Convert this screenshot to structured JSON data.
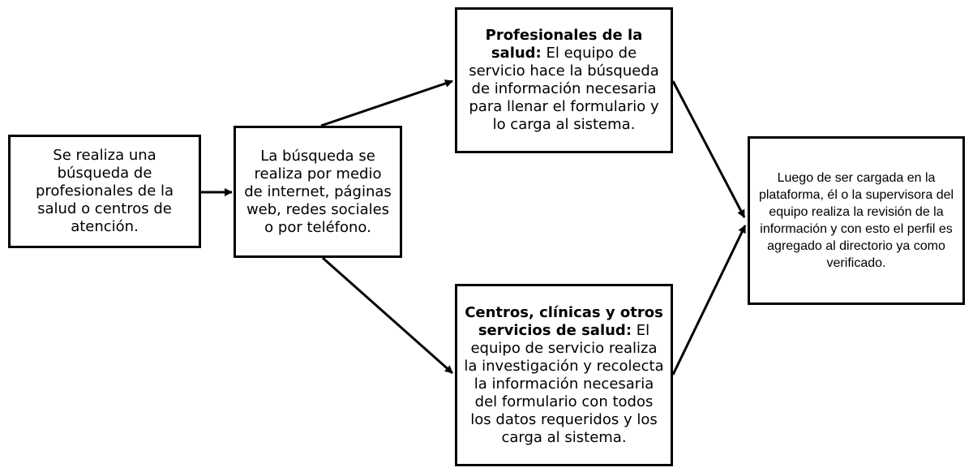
{
  "boxes": {
    "start": {
      "text": "Se realiza una búsqueda de profesionales de la salud o centros de atención."
    },
    "search": {
      "text": "La búsqueda se realiza por medio de internet, páginas web, redes sociales o por teléfono."
    },
    "professionals": {
      "title": "Profesionales de la salud:",
      "text": "El equipo de servicio hace la búsqueda de información necesaria para llenar el formulario y lo carga al sistema."
    },
    "centers": {
      "title": "Centros, clínicas y otros servicios de salud:",
      "text": "El equipo de servicio realiza la investigación y recolecta la información necesaria del formulario con todos los datos requeridos y los carga al sistema."
    },
    "final": {
      "text": "Luego de ser cargada en la plataforma, él o la supervisora del equipo realiza la revisión de la información y con esto el perfil es agregado al directorio ya como verificado."
    }
  },
  "colors": {
    "line": "#000000",
    "box_border": "#000000",
    "background": "#ffffff"
  }
}
